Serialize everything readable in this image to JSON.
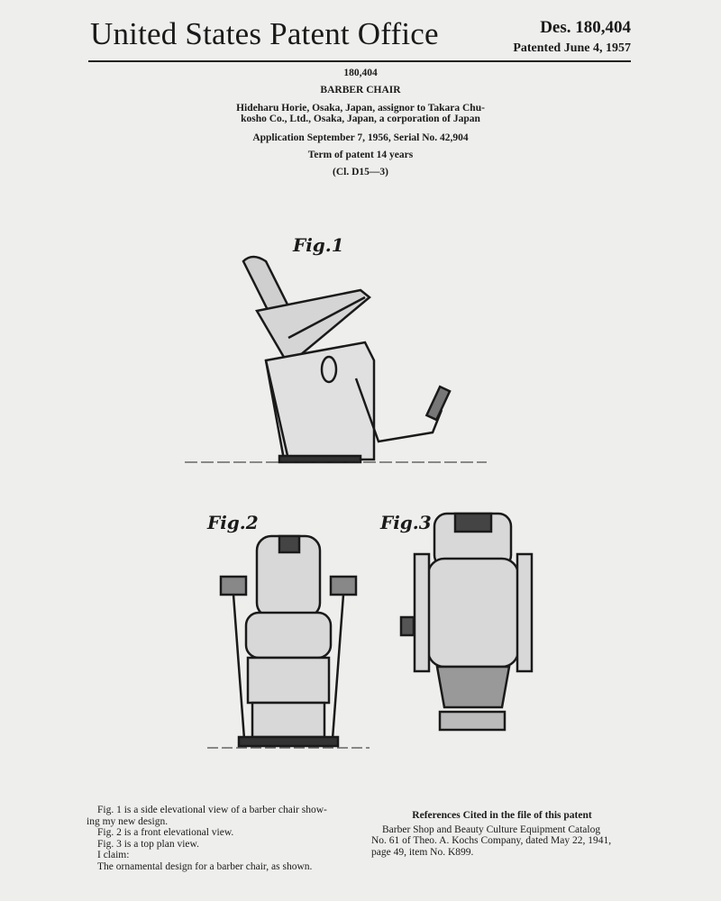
{
  "header": {
    "office": "United States Patent Office",
    "des_number": "Des. 180,404",
    "patented": "Patented June 4, 1957"
  },
  "summary": {
    "number": "180,404",
    "title": "BARBER CHAIR",
    "inventor_line1": "Hideharu Horie, Osaka, Japan, assignor to Takara Chu-",
    "inventor_line2": "kosho Co., Ltd., Osaka, Japan, a corporation of Japan",
    "application": "Application September 7, 1956, Serial No. 42,904",
    "term": "Term of patent 14 years",
    "classification": "(Cl. D15—3)"
  },
  "figures": {
    "fig1": "Fig.1",
    "fig2": "Fig.2",
    "fig3": "Fig.3"
  },
  "description": [
    "Fig. 1 is a side elevational view of a barber chair show-",
    "ing my new design.",
    "Fig. 2 is a front elevational view.",
    "Fig. 3 is a top plan view.",
    "I claim:",
    "The ornamental design for a barber chair, as shown."
  ],
  "references": {
    "heading": "References Cited in the file of this patent",
    "lines": [
      "Barber Shop and Beauty Culture Equipment Catalog",
      "No. 61 of Theo. A. Kochs Company, dated May 22, 1941,",
      "page 49, item No. K899."
    ]
  }
}
